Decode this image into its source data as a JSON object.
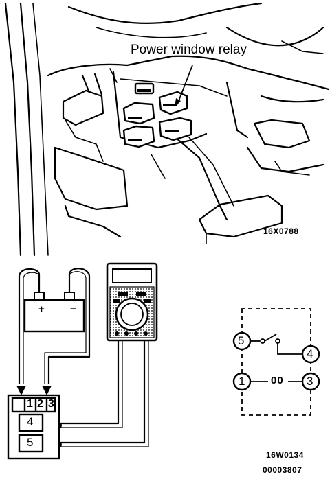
{
  "illustration": {
    "callout": "Power window relay",
    "code": "16X0788"
  },
  "test_setup": {
    "battery_plus": "+",
    "battery_minus": "−",
    "relay_terminals_top": [
      "1",
      "2",
      "3"
    ],
    "relay_terminal_4": "4",
    "relay_terminal_5": "5"
  },
  "schematic": {
    "pin_5": "5",
    "pin_4": "4",
    "pin_1": "1",
    "pin_3": "3",
    "coil_symbol": "00"
  },
  "codes": {
    "code_1": "16W0134",
    "code_2": "00003807"
  }
}
